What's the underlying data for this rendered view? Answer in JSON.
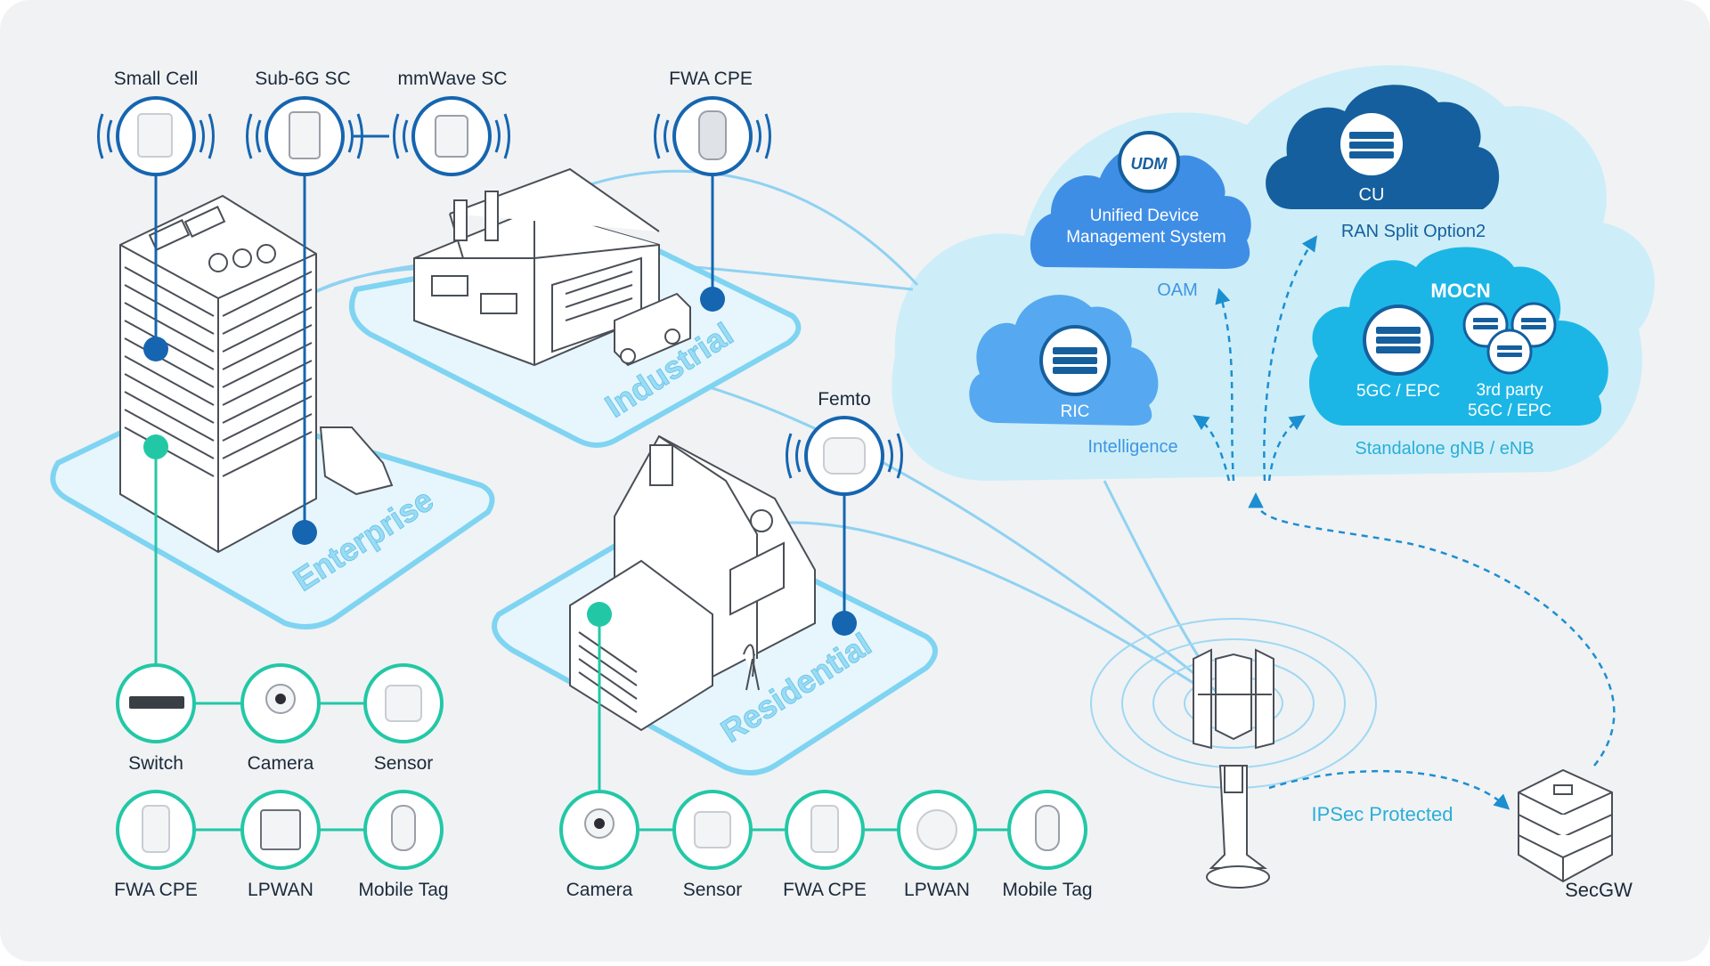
{
  "colors": {
    "background": "#f1f2f4",
    "dark_blue": "#1565b0",
    "teal": "#22c8a6",
    "light_blue_line": "#8fd2f2",
    "platform_fill": "#e7f6fc",
    "platform_stroke": "#7fd4f2",
    "cloud_outer": "#cdeef8",
    "cloud_blue": "#3f8ee6",
    "cloud_navy": "#155f9e",
    "cloud_sky": "#1cb6e6",
    "cloud_ric": "#56a9f0",
    "label_dark": "#1b2a3a",
    "label_blue": "#3f95e2",
    "label_teal_blue": "#2aaed8"
  },
  "top_devices": {
    "small_cell": "Small Cell",
    "sub6g": "Sub-6G SC",
    "mmwave": "mmWave SC",
    "fwa_cpe": "FWA CPE",
    "femto": "Femto"
  },
  "zones": {
    "enterprise": "Enterprise",
    "industrial": "Industrial",
    "residential": "Residential"
  },
  "cloud": {
    "udm_logo": "UDM",
    "udm_line1": "Unified Device",
    "udm_line2": "Management System",
    "oam": "OAM",
    "cu": "CU",
    "ran_split": "RAN Split Option2",
    "mocn": "MOCN",
    "gc_epc": "5GC / EPC",
    "third_party_line1": "3rd party",
    "third_party_line2": "5GC / EPC",
    "ric": "RIC",
    "intelligence": "Intelligence",
    "standalone": "Standalone gNB / eNB"
  },
  "enterprise_devices": {
    "row1": [
      "Switch",
      "Camera",
      "Sensor"
    ],
    "row2": [
      "FWA CPE",
      "LPWAN",
      "Mobile Tag"
    ]
  },
  "residential_devices": [
    "Camera",
    "Sensor",
    "FWA CPE",
    "LPWAN",
    "Mobile Tag"
  ],
  "ipsec": "IPSec Protected",
  "secgw": "SecGW"
}
